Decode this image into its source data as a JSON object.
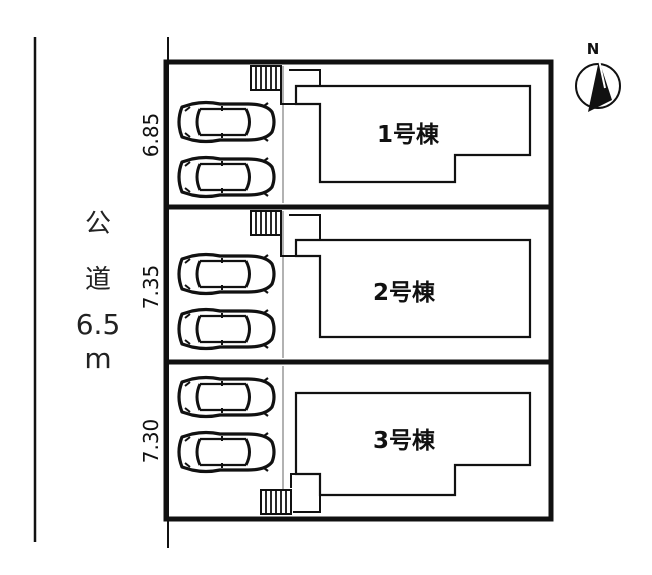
{
  "road": {
    "chars": [
      "公",
      "道"
    ],
    "width_value": "6.5",
    "width_unit": "m"
  },
  "north_label": "N",
  "lots": [
    {
      "unit_label": "1号棟",
      "frontage": "6.85",
      "stairs": "top",
      "cars": 2
    },
    {
      "unit_label": "2号棟",
      "frontage": "7.35",
      "stairs": "top",
      "cars": 2
    },
    {
      "unit_label": "3号棟",
      "frontage": "7.30",
      "stairs": "bottom",
      "cars": 2
    }
  ],
  "colors": {
    "line": "#111111",
    "background": "#ffffff"
  }
}
